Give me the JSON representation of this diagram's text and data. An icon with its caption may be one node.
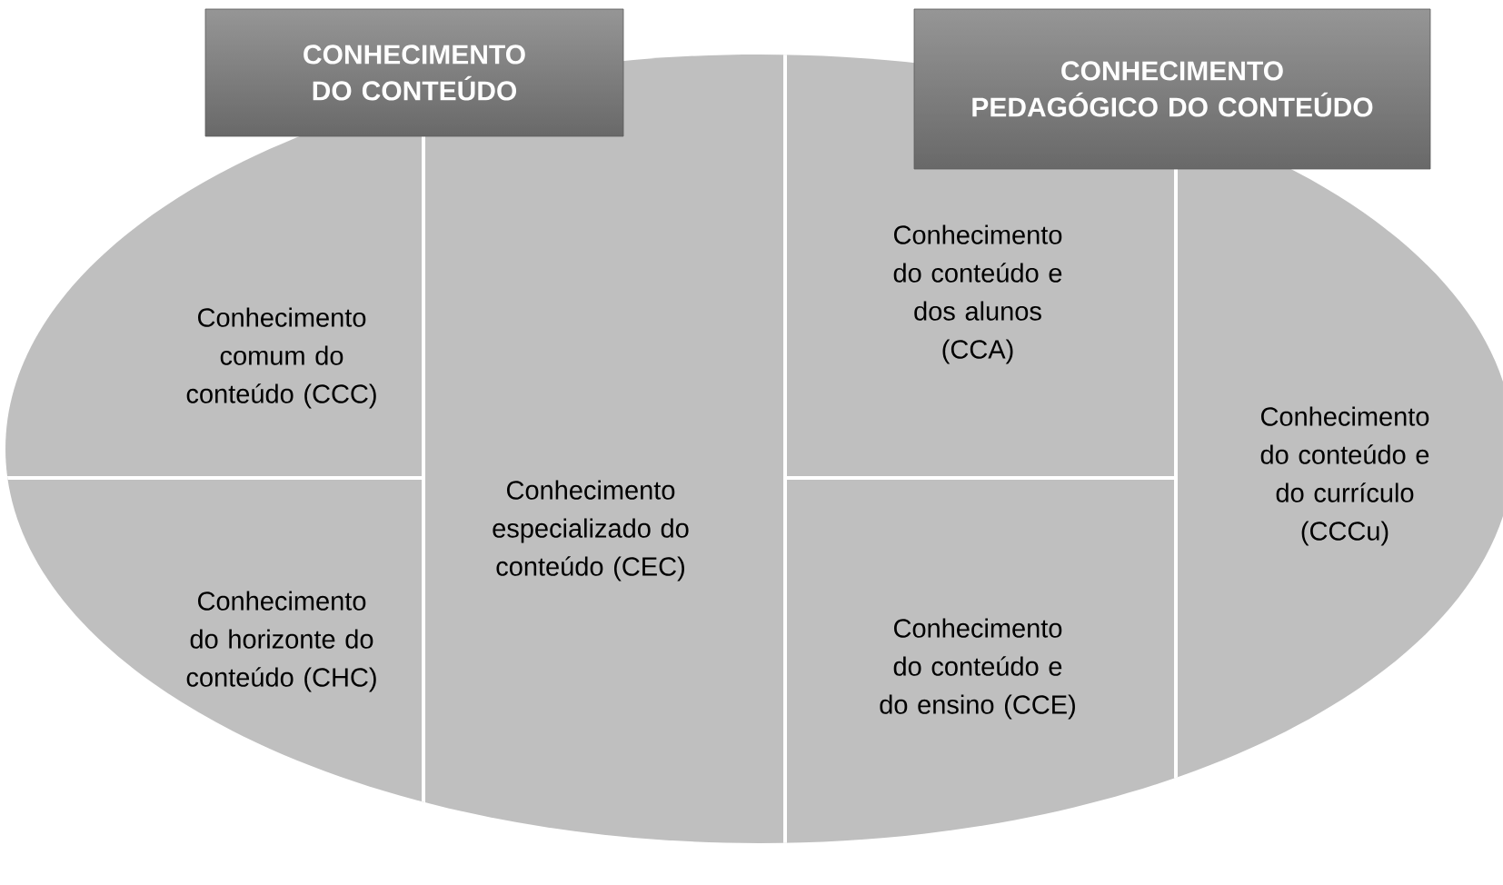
{
  "diagram": {
    "nodes": [
      {
        "text": [
          "CONHECIMENTO DO CONTEÚDO"
        ]
      },
      {
        "text": [
          "CONHECIMENTO PEDAGÓGICO DO CONTEÚDO"
        ]
      },
      {
        "text": [
          "Conhecimento comum do conteúdo (CCC)"
        ]
      },
      {
        "text": [
          "Conhecimento do horizonte do conteúdo (CHC)"
        ]
      },
      {
        "text": [
          "Conhecimento especializado do conteúdo (CEC)"
        ]
      },
      {
        "text": [
          "Conhecimento do conteúdo e dos alunos (CCA)"
        ]
      },
      {
        "text": [
          "Conhecimento do conteúdo e do ensino (CCE)"
        ]
      },
      {
        "text": [
          "Conhecimento do conteúdo e do currículo (CCCu)"
        ]
      }
    ]
  }
}
